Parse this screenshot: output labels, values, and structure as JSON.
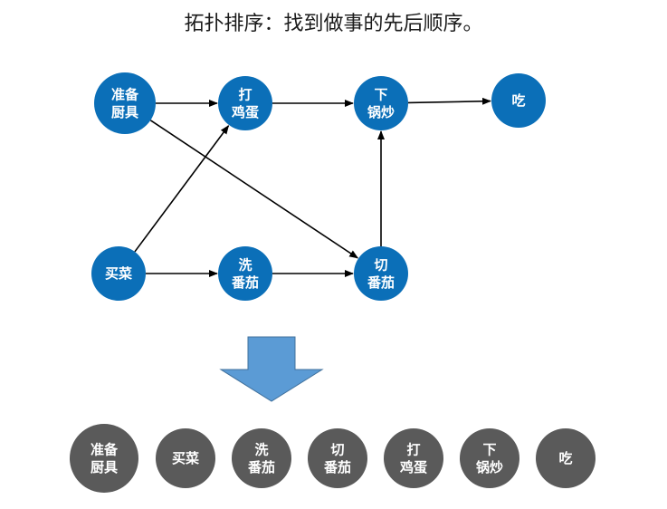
{
  "title": "拓扑排序：找到做事的先后顺序。",
  "colors": {
    "node_blue": "#0B6FB8",
    "node_gray": "#5A5A5A",
    "arrow_fill": "#5B9BD5",
    "arrow_stroke": "#41719C",
    "edge": "#000000"
  },
  "graph": {
    "nodes": [
      {
        "id": "prep",
        "lines": [
          "准备",
          "厨具"
        ]
      },
      {
        "id": "egg",
        "lines": [
          "打",
          "鸡蛋"
        ]
      },
      {
        "id": "cook",
        "lines": [
          "下",
          "锅炒"
        ]
      },
      {
        "id": "eat",
        "lines": [
          "吃"
        ]
      },
      {
        "id": "buy",
        "lines": [
          "买菜"
        ]
      },
      {
        "id": "wash",
        "lines": [
          "洗",
          "番茄"
        ]
      },
      {
        "id": "cut",
        "lines": [
          "切",
          "番茄"
        ]
      }
    ],
    "edges": [
      {
        "from": "prep",
        "to": "egg"
      },
      {
        "from": "prep",
        "to": "cut"
      },
      {
        "from": "buy",
        "to": "egg"
      },
      {
        "from": "buy",
        "to": "wash"
      },
      {
        "from": "wash",
        "to": "cut"
      },
      {
        "from": "cut",
        "to": "cook"
      },
      {
        "from": "egg",
        "to": "cook"
      },
      {
        "from": "cook",
        "to": "eat"
      }
    ]
  },
  "result_order": [
    {
      "lines": [
        "准备",
        "厨具"
      ]
    },
    {
      "lines": [
        "买菜"
      ]
    },
    {
      "lines": [
        "洗",
        "番茄"
      ]
    },
    {
      "lines": [
        "切",
        "番茄"
      ]
    },
    {
      "lines": [
        "打",
        "鸡蛋"
      ]
    },
    {
      "lines": [
        "下",
        "锅炒"
      ]
    },
    {
      "lines": [
        "吃"
      ]
    }
  ]
}
